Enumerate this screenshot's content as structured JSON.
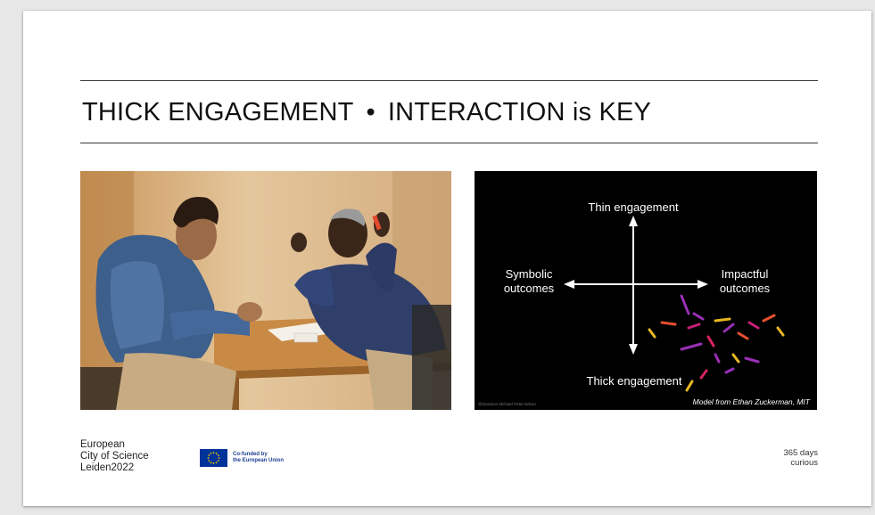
{
  "slide": {
    "title_part1": "THICK ENGAGEMENT",
    "title_separator": "•",
    "title_part2": "INTERACTION is KEY"
  },
  "diagram": {
    "top_label": "Thin engagement",
    "bottom_label": "Thick engagement",
    "left_label": "Symbolic outcomes",
    "right_label": "Impactful outcomes",
    "credit": "Model from Ethan Zuckerman, MIT",
    "photo_credit": "@lrpodoon Michael Peter Edson",
    "confetti_colors": [
      "#d9245f",
      "#9b2fb8",
      "#e8b622",
      "#c9207a",
      "#e85030"
    ]
  },
  "footer": {
    "city_line1": "European",
    "city_line2": "City of Science",
    "city_line3": "Leiden2022",
    "eu_line1": "Co-funded by",
    "eu_line2": "the European Union",
    "tagline_line1": "365 days",
    "tagline_line2": "curious"
  },
  "photo": {
    "alt": ""
  }
}
